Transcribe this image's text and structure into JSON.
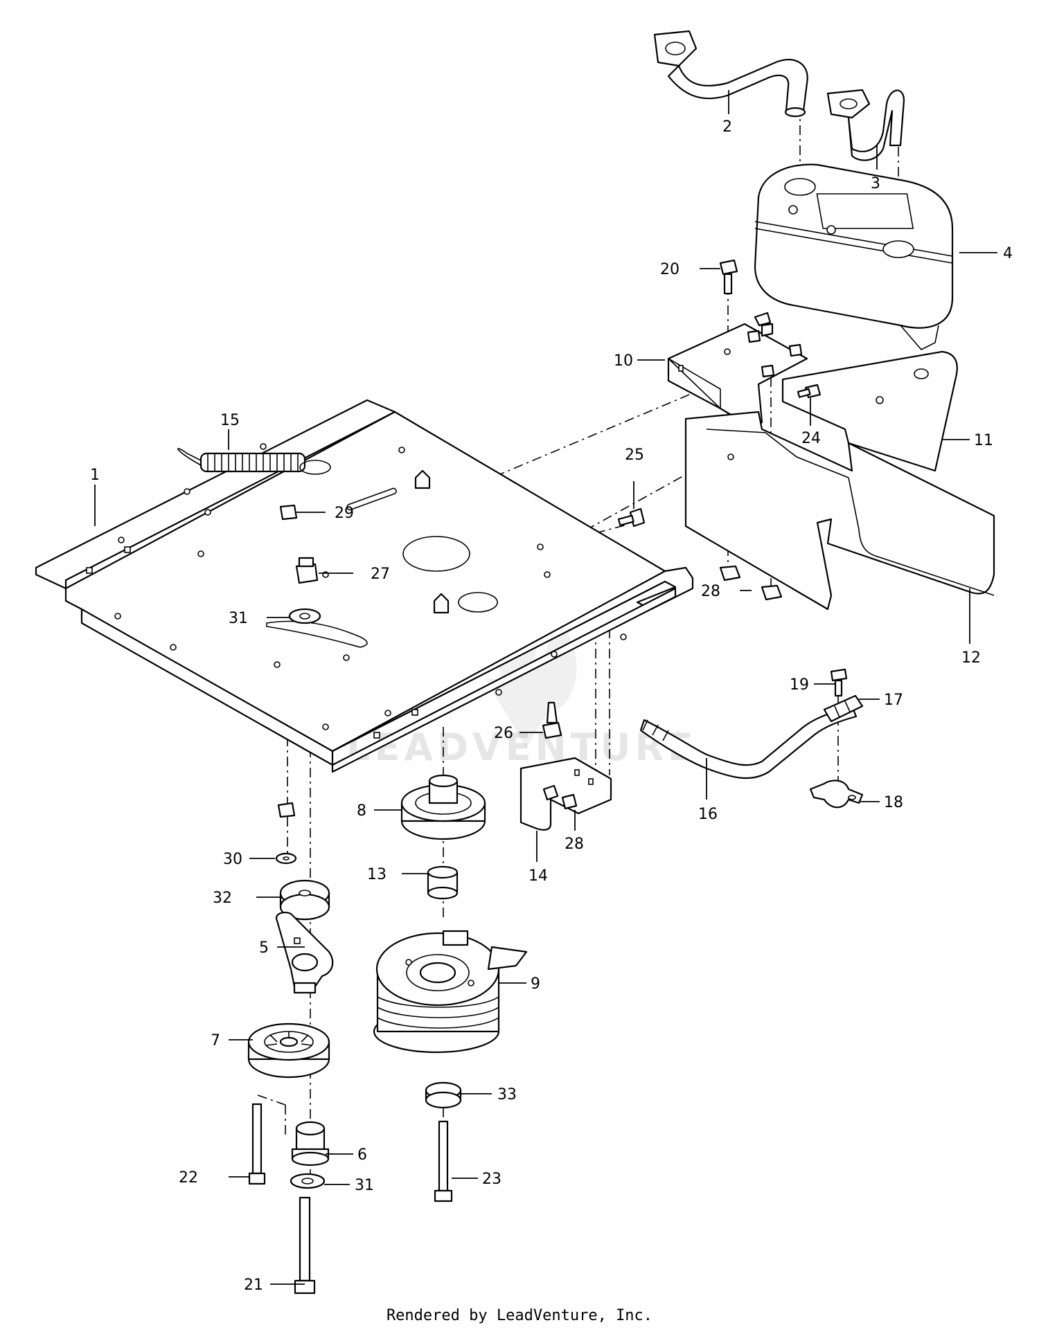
{
  "watermark": "LEADVENTURE",
  "footer": "Rendered by LeadVenture, Inc.",
  "callouts": {
    "c1": "1",
    "c2": "2",
    "c3": "3",
    "c4": "4",
    "c5": "5",
    "c6": "6",
    "c7": "7",
    "c8": "8",
    "c9": "9",
    "c10": "10",
    "c11": "11",
    "c12": "12",
    "c13": "13",
    "c14": "14",
    "c15": "15",
    "c16": "16",
    "c17": "17",
    "c18": "18",
    "c19": "19",
    "c20": "20",
    "c21": "21",
    "c22": "22",
    "c23": "23",
    "c24": "24",
    "c25": "25",
    "c26": "26",
    "c27": "27",
    "c28a": "28",
    "c28b": "28",
    "c29": "29",
    "c30": "30",
    "c31a": "31",
    "c31b": "31",
    "c32": "32",
    "c33": "33"
  }
}
